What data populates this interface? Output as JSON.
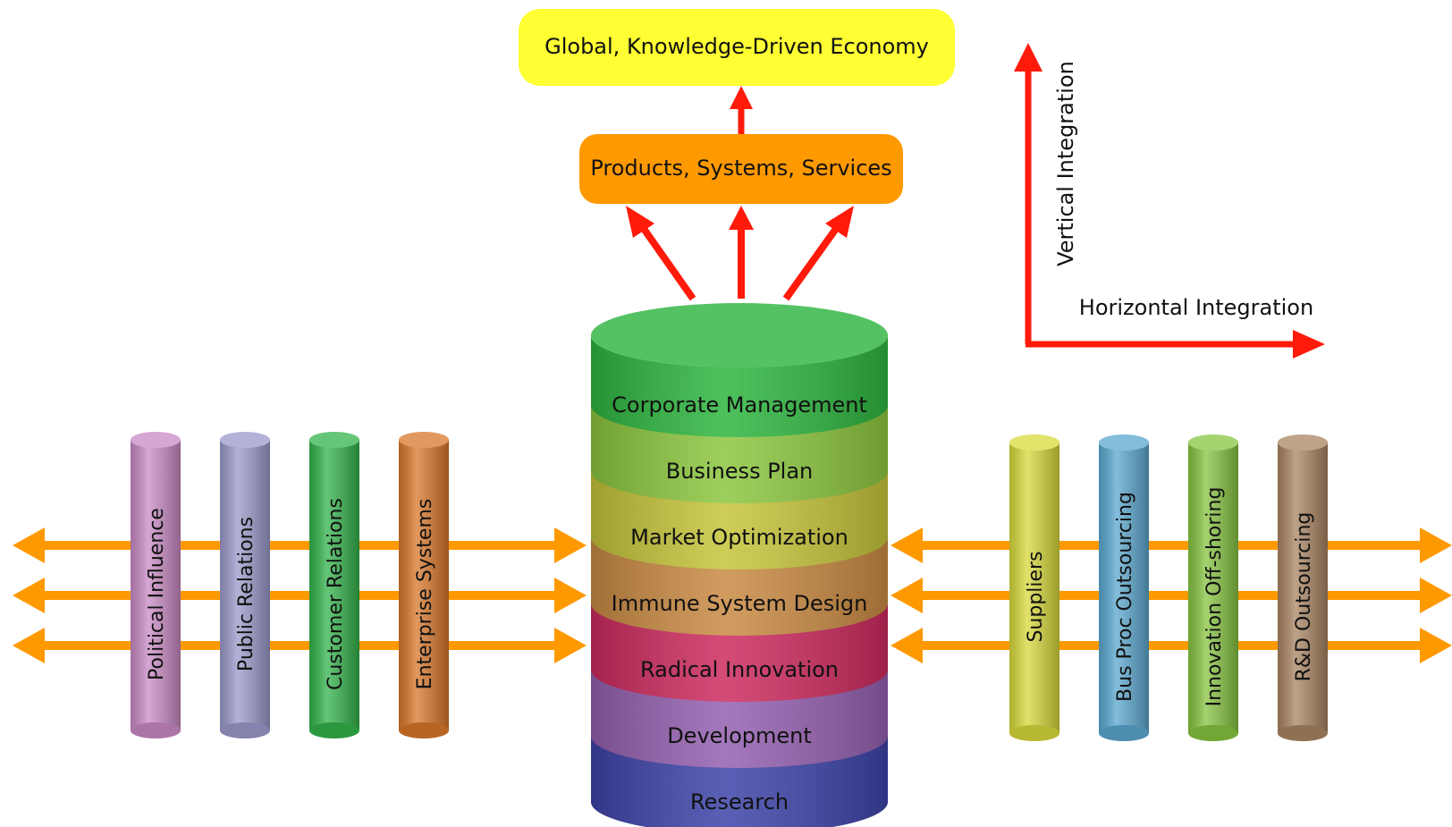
{
  "colors": {
    "accent_red": "#ff1a0a",
    "side_arrow": "#ff9900",
    "top_box": "#ffff33",
    "mid_box": "#ff9900"
  },
  "top_box": {
    "label": "Global, Knowledge-Driven Economy"
  },
  "mid_box": {
    "label": "Products, Systems, Services"
  },
  "axes": {
    "vertical": "Vertical Integration",
    "horizontal": "Horizontal Integration"
  },
  "stack": [
    {
      "label": "Corporate Management",
      "color": "#2eb53f"
    },
    {
      "label": "Business Plan",
      "color": "#8cc63f"
    },
    {
      "label": "Market Optimization",
      "color": "#c5c43a"
    },
    {
      "label": "Immune System Design",
      "color": "#c98a43"
    },
    {
      "label": "Radical Innovation",
      "color": "#cc2b5e"
    },
    {
      "label": "Development",
      "color": "#9460b0"
    },
    {
      "label": "Research",
      "color": "#3d43a8"
    }
  ],
  "left_pillars": [
    {
      "label": "Political Influence",
      "color": "#c98ac4"
    },
    {
      "label": "Public Relations",
      "color": "#9a9acb"
    },
    {
      "label": "Customer Relations",
      "color": "#32b34a"
    },
    {
      "label": "Enterprise Systems",
      "color": "#d8772a"
    }
  ],
  "right_pillars": [
    {
      "label": "Suppliers",
      "color": "#d7d93a"
    },
    {
      "label": "Bus Proc Outsourcing",
      "color": "#5aa7cf"
    },
    {
      "label": "Innovation Off-shoring",
      "color": "#86c440"
    },
    {
      "label": "R&D Outsourcing",
      "color": "#a98462"
    }
  ]
}
